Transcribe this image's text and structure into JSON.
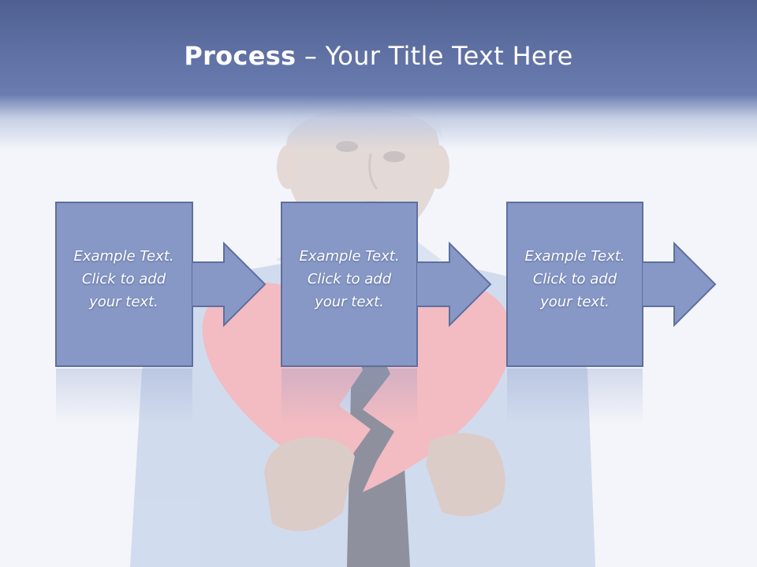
{
  "title": {
    "bold": "Process",
    "rest": " – Your Title Text Here"
  },
  "steps": [
    {
      "line1": "Example Text.",
      "line2": "Click  to add",
      "line3": "your text."
    },
    {
      "line1": "Example Text.",
      "line2": "Click  to add",
      "line3": "your text."
    },
    {
      "line1": "Example Text.",
      "line2": "Click  to add",
      "line3": "your text."
    }
  ],
  "colors": {
    "title_band": "#5b6c9f",
    "box_fill": "#8798c6",
    "box_stroke": "#5e6f9f",
    "heart": "#f4a3a8",
    "background": "#f3f5fa"
  }
}
